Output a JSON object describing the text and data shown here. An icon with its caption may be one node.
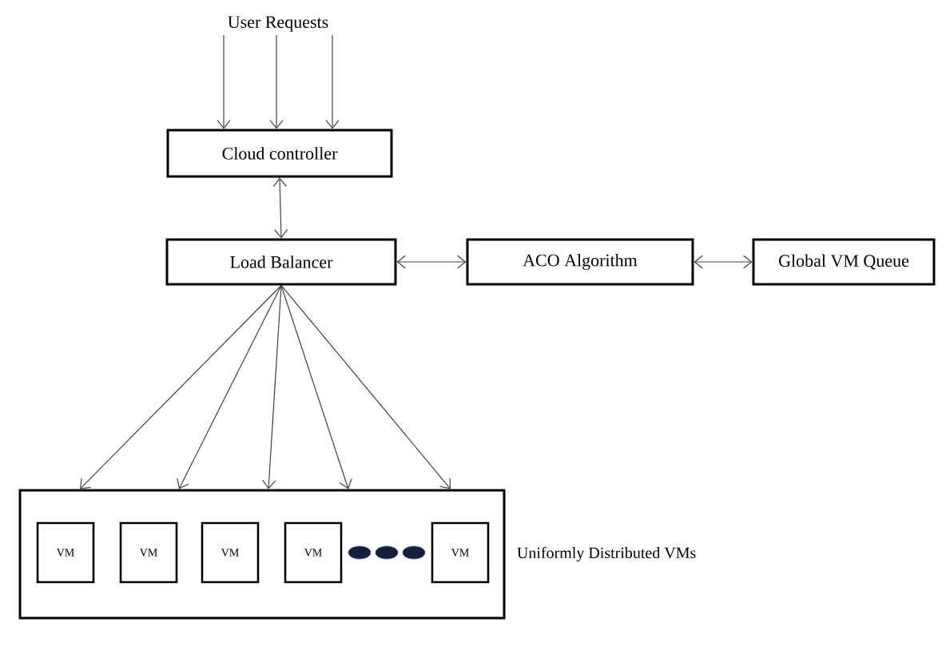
{
  "diagram": {
    "nodes": [
      {
        "text": [
          "User Requests"
        ]
      },
      {
        "text": [
          "Cloud controller"
        ]
      },
      {
        "text": [
          "Load Balancer"
        ]
      },
      {
        "text": [
          "ACO Algorithm"
        ]
      },
      {
        "text": [
          "Global  VM Queue"
        ]
      },
      {
        "text": [],
        "shape": "box",
        "beside": [
          "Uniformly Distributed VMs"
        ]
      },
      {
        "text": [
          "VM"
        ],
        "in": 5
      },
      {
        "text": [
          "VM"
        ],
        "in": 5
      },
      {
        "text": [
          "VM"
        ],
        "in": 5
      },
      {
        "text": [
          "VM"
        ],
        "in": 5
      },
      {
        "text": [
          "VM"
        ],
        "in": 5
      }
    ],
    "edges": [
      {
        "from": 0,
        "to": 1,
        "arrow": "to"
      },
      {
        "from": 0,
        "to": 1,
        "arrow": "to"
      },
      {
        "from": 0,
        "to": 1,
        "arrow": "to"
      },
      {
        "from": 1,
        "to": 2,
        "arrow": "both"
      },
      {
        "from": 2,
        "to": 3,
        "arrow": "both"
      },
      {
        "from": 3,
        "to": 4,
        "arrow": "both"
      },
      {
        "from": 2,
        "to": 5,
        "arrow": "to"
      },
      {
        "from": 2,
        "to": 5,
        "arrow": "to"
      },
      {
        "from": 2,
        "to": 5,
        "arrow": "to"
      },
      {
        "from": 2,
        "to": 5,
        "arrow": "to"
      },
      {
        "from": 2,
        "to": 5,
        "arrow": "to"
      }
    ]
  }
}
